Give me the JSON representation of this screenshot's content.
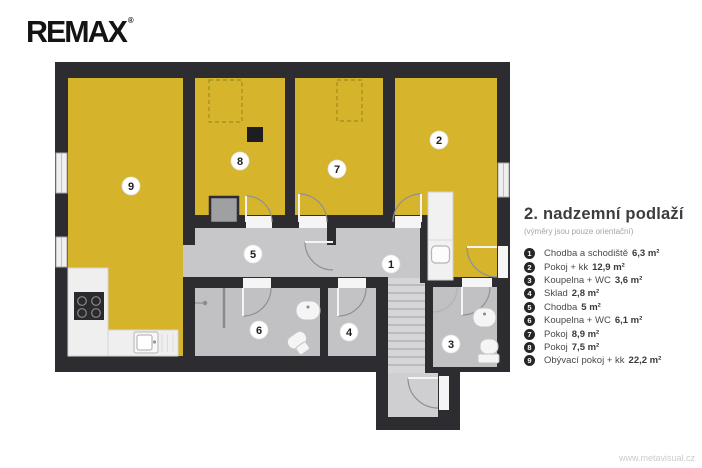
{
  "logo": {
    "text": "REMAX",
    "registered": "®"
  },
  "legend": {
    "title": "2. nadzemní podlaží",
    "subtitle": "(výměry jsou pouze orientační)",
    "items": [
      {
        "num": "1",
        "label": "Chodba a schodiště",
        "area": "6,3 m²"
      },
      {
        "num": "2",
        "label": "Pokoj + kk",
        "area": "12,9 m²"
      },
      {
        "num": "3",
        "label": "Koupelna + WC",
        "area": "3,6 m²"
      },
      {
        "num": "4",
        "label": "Sklad",
        "area": "2,8 m²"
      },
      {
        "num": "5",
        "label": "Chodba",
        "area": "5 m²"
      },
      {
        "num": "6",
        "label": "Koupelna + WC",
        "area": "6,1 m²"
      },
      {
        "num": "7",
        "label": "Pokoj",
        "area": "8,9 m²"
      },
      {
        "num": "8",
        "label": "Pokoj",
        "area": "7,5 m²"
      },
      {
        "num": "9",
        "label": "Obývací pokoj + kk",
        "area": "22,2 m²"
      }
    ]
  },
  "plan": {
    "room_labels": [
      {
        "num": "1"
      },
      {
        "num": "2"
      },
      {
        "num": "3"
      },
      {
        "num": "4"
      },
      {
        "num": "5"
      },
      {
        "num": "6"
      },
      {
        "num": "7"
      },
      {
        "num": "8"
      },
      {
        "num": "9"
      }
    ]
  },
  "colors": {
    "wall": "#2c2c31",
    "room_yellow": "#d5b32a",
    "hall_gray": "#c7c7c9",
    "room_gray": "#c1c1c3",
    "stair_gray": "#d6d6d8",
    "legend_circle": "#262626"
  },
  "watermark": "www.metavisual.cz"
}
